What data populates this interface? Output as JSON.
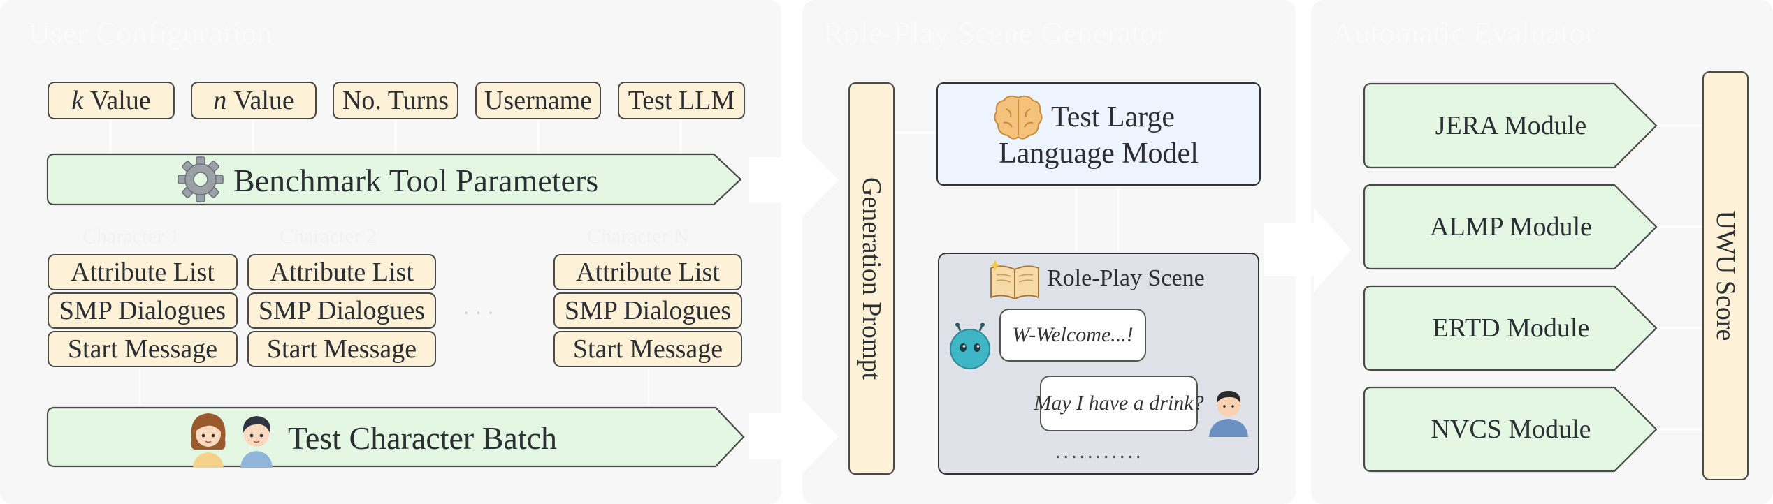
{
  "panels": {
    "config_title": "User Configuration",
    "generator_title": "Role-Play Scene Generator",
    "evaluator_title": "Automatic Evaluator"
  },
  "config": {
    "params": [
      {
        "var": "k",
        "text": "Value"
      },
      {
        "var": "n",
        "text": "Value"
      },
      {
        "var": "",
        "text": "No. Turns"
      },
      {
        "var": "",
        "text": "Username"
      },
      {
        "var": "",
        "text": "Test LLM"
      }
    ],
    "benchmark_label": "Benchmark Tool Parameters",
    "character_headers": [
      "Character 1",
      "Character 2",
      "Character N"
    ],
    "character_items": [
      "Attribute List",
      "SMP Dialogues",
      "Start Message"
    ],
    "ellipsis": "· · ·",
    "batch_label": "Test Character Batch"
  },
  "generator": {
    "prompt_label": "Generation Prompt",
    "llm_label_line1": "Test Large",
    "llm_label_line2": "Language Model",
    "scene_title": "Role-Play Scene",
    "bot_message": "W-Welcome...!",
    "user_message": "May I have a drink?",
    "dots": "...........",
    "icons": [
      "brain-icon",
      "book-icon",
      "robot-icon",
      "person-icon"
    ]
  },
  "evaluator": {
    "modules": [
      "JERA Module",
      "ALMP Module",
      "ERTD Module",
      "NVCS Module"
    ],
    "score_label": "UWU Score"
  },
  "colors": {
    "chip_fill": "#fdf1d8",
    "arrow_fill": "#e3f7e3",
    "llm_fill": "#eef4fe",
    "scene_fill": "#dfe3e9",
    "panel_fill": "#f7f7f7"
  }
}
